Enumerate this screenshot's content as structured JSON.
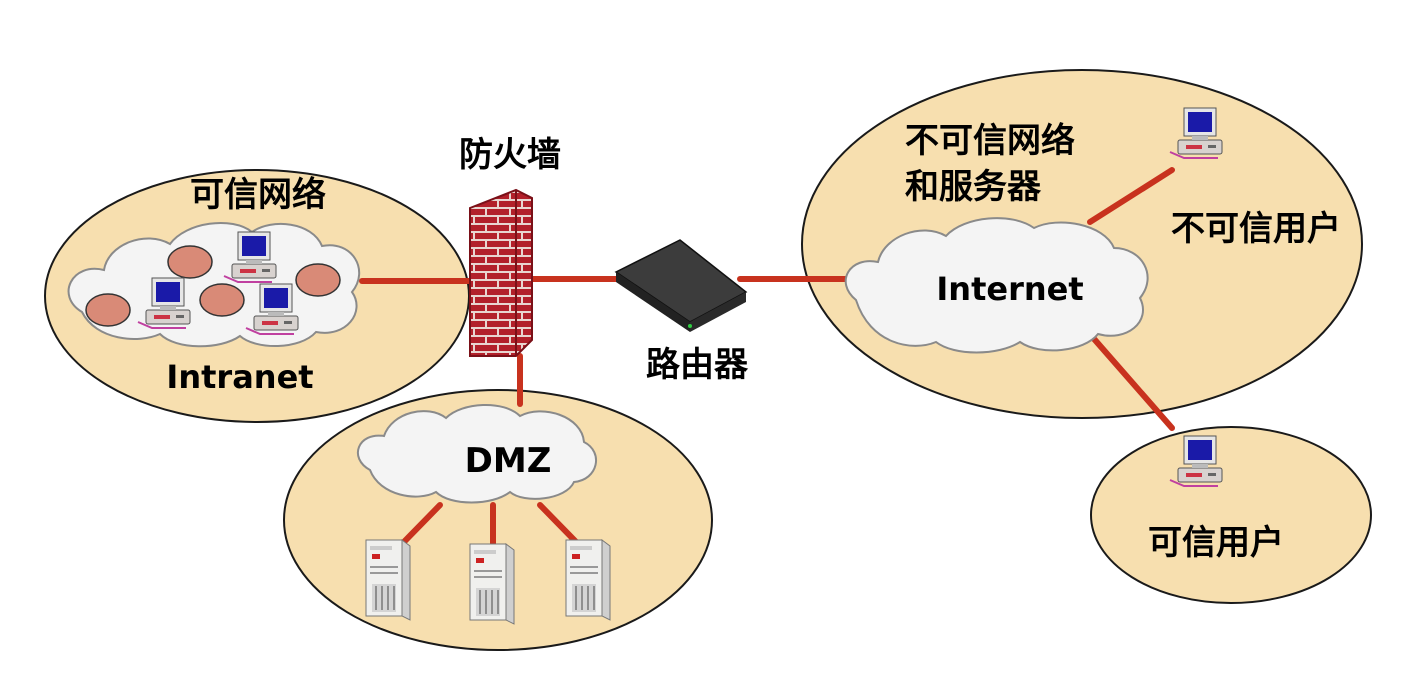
{
  "colors": {
    "zone_fill": "#f7dfaf",
    "zone_stroke": "#1a1a1a",
    "link": "#c8321e",
    "cloud_fill": "#f4f4f4",
    "cloud_stroke": "#8a8a8a",
    "node_fill": "#d98a77",
    "brick": "#b2202a"
  },
  "labels": {
    "trusted_network": "可信网络",
    "intranet": "Intranet",
    "firewall": "防火墙",
    "dmz": "DMZ",
    "router": "路由器",
    "untrusted_line1": "不可信网络",
    "untrusted_line2": "和服务器",
    "internet": "Internet",
    "untrusted_user": "不可信用户",
    "trusted_user": "可信用户"
  },
  "icons": {
    "firewall": "brick-wall-icon",
    "router": "router-icon",
    "workstation": "computer-icon",
    "server": "server-tower-icon",
    "cloud": "cloud-icon"
  }
}
